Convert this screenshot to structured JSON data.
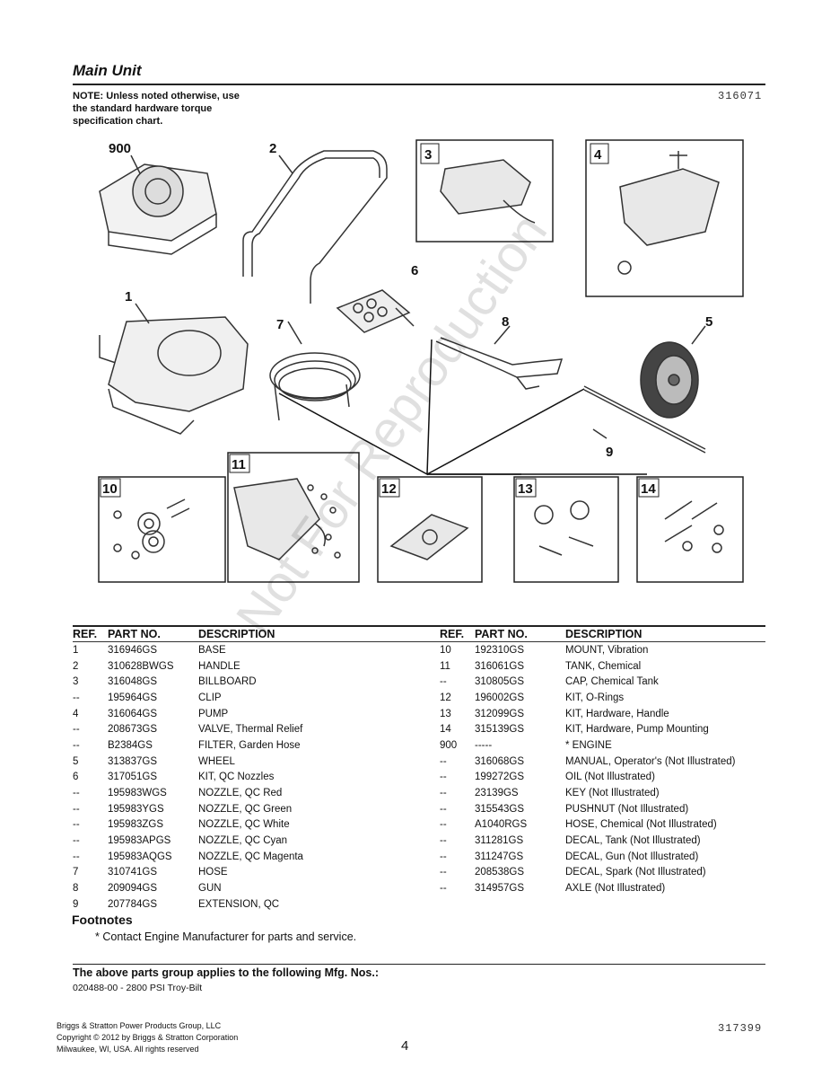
{
  "header": {
    "title": "Main Unit",
    "note": "NOTE: Unless noted otherwise, use the standard hardware torque specification chart.",
    "code": "316071"
  },
  "diagram": {
    "callouts": [
      "900",
      "2",
      "3",
      "4",
      "6",
      "1",
      "7",
      "8",
      "5",
      "9",
      "11",
      "10",
      "12",
      "13",
      "14"
    ]
  },
  "table": {
    "headers": {
      "ref": "REF.",
      "part_no": "PART NO.",
      "description": "DESCRIPTION"
    },
    "left_rows": [
      {
        "ref": "1",
        "part": "316946GS",
        "desc": "BASE"
      },
      {
        "ref": "2",
        "part": "310628BWGS",
        "desc": "HANDLE"
      },
      {
        "ref": "3",
        "part": "316048GS",
        "desc": "BILLBOARD"
      },
      {
        "ref": "--",
        "part": "195964GS",
        "desc": "CLIP"
      },
      {
        "ref": "4",
        "part": "316064GS",
        "desc": "PUMP"
      },
      {
        "ref": "--",
        "part": "208673GS",
        "desc": "VALVE, Thermal Relief"
      },
      {
        "ref": "--",
        "part": "B2384GS",
        "desc": "FILTER, Garden Hose"
      },
      {
        "ref": "5",
        "part": "313837GS",
        "desc": "WHEEL"
      },
      {
        "ref": "6",
        "part": "317051GS",
        "desc": "KIT, QC Nozzles"
      },
      {
        "ref": "--",
        "part": "195983WGS",
        "desc": "NOZZLE, QC Red"
      },
      {
        "ref": "--",
        "part": "195983YGS",
        "desc": "NOZZLE, QC Green"
      },
      {
        "ref": "--",
        "part": "195983ZGS",
        "desc": "NOZZLE, QC White"
      },
      {
        "ref": "--",
        "part": "195983APGS",
        "desc": "NOZZLE, QC Cyan"
      },
      {
        "ref": "--",
        "part": "195983AQGS",
        "desc": "NOZZLE, QC Magenta"
      },
      {
        "ref": "7",
        "part": "310741GS",
        "desc": "HOSE"
      },
      {
        "ref": "8",
        "part": "209094GS",
        "desc": "GUN"
      },
      {
        "ref": "9",
        "part": "207784GS",
        "desc": "EXTENSION, QC"
      }
    ],
    "right_rows": [
      {
        "ref": "10",
        "part": "192310GS",
        "desc": "MOUNT, Vibration"
      },
      {
        "ref": "11",
        "part": "316061GS",
        "desc": "TANK, Chemical"
      },
      {
        "ref": "--",
        "part": "310805GS",
        "desc": "CAP, Chemical Tank"
      },
      {
        "ref": "12",
        "part": "196002GS",
        "desc": "KIT, O-Rings"
      },
      {
        "ref": "13",
        "part": "312099GS",
        "desc": "KIT, Hardware, Handle"
      },
      {
        "ref": "14",
        "part": "315139GS",
        "desc": "KIT, Hardware, Pump Mounting"
      },
      {
        "ref": "900",
        "part": "-----",
        "desc": "* ENGINE"
      },
      {
        "ref": "--",
        "part": "316068GS",
        "desc": "MANUAL, Operator's (Not Illustrated)"
      },
      {
        "ref": "--",
        "part": "199272GS",
        "desc": "OIL (Not Illustrated)"
      },
      {
        "ref": "--",
        "part": "23139GS",
        "desc": "KEY (Not Illustrated)"
      },
      {
        "ref": "--",
        "part": "315543GS",
        "desc": "PUSHNUT (Not Illustrated)"
      },
      {
        "ref": "--",
        "part": "A1040RGS",
        "desc": "HOSE, Chemical (Not Illustrated)"
      },
      {
        "ref": "--",
        "part": "311281GS",
        "desc": "DECAL, Tank (Not Illustrated)"
      },
      {
        "ref": "--",
        "part": "311247GS",
        "desc": "DECAL, Gun (Not Illustrated)"
      },
      {
        "ref": "--",
        "part": "208538GS",
        "desc": "DECAL, Spark (Not Illustrated)"
      },
      {
        "ref": "--",
        "part": "314957GS",
        "desc": "AXLE (Not Illustrated)"
      }
    ]
  },
  "footnotes": {
    "title": "Footnotes",
    "text": "* Contact Engine Manufacturer for parts and service."
  },
  "applies": {
    "title": "The above parts group applies to the following Mfg. Nos.:",
    "mfg": "020488-00 - 2800 PSI Troy-Bilt"
  },
  "footer": {
    "line1": "Briggs & Stratton Power Products Group, LLC",
    "line2": "Copyright © 2012 by Briggs & Stratton Corporation",
    "line3": "Milwaukee, WI, USA. All rights reserved",
    "page": "4",
    "code": "317399"
  },
  "watermark": "Not For Reproduction"
}
